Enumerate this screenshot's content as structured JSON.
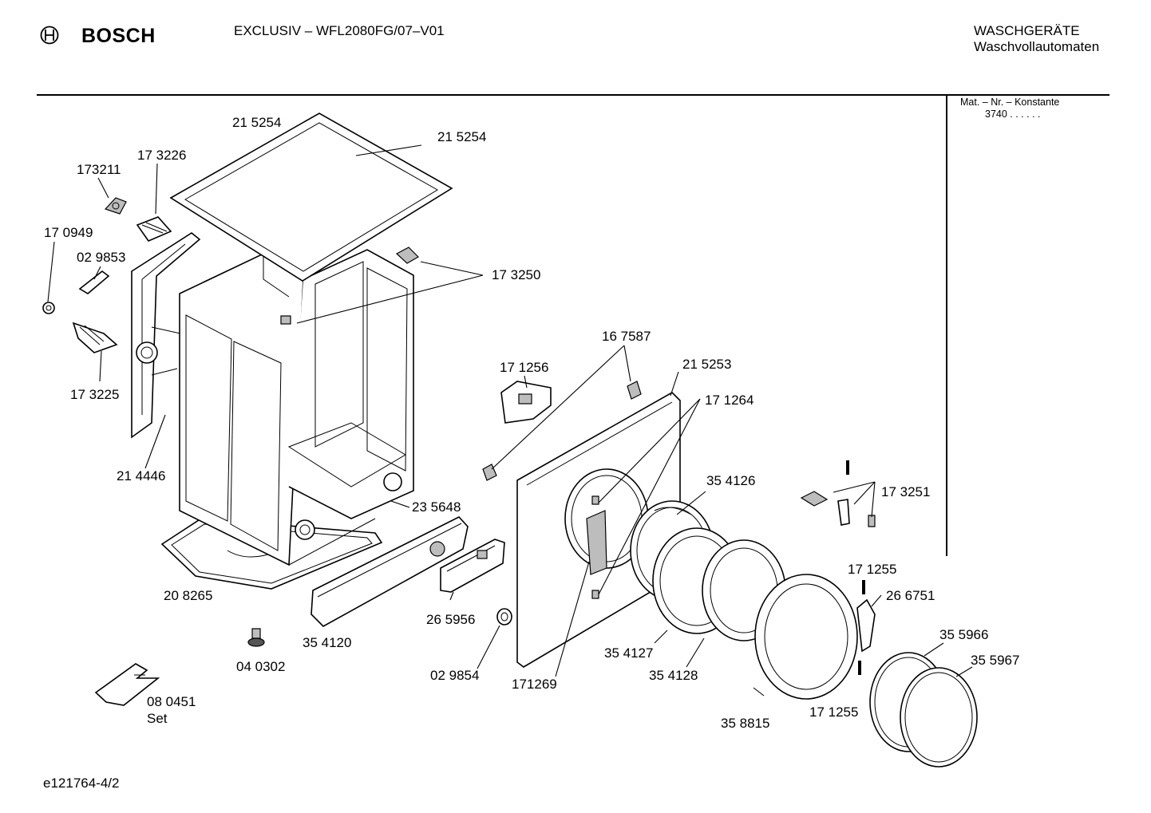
{
  "header": {
    "brand": "BOSCH",
    "model": "EXCLUSIV – WFL2080FG/07–V01",
    "category": "WASCHGERÄTE",
    "subcategory": "Waschvollautomaten"
  },
  "sidebar": {
    "constant_label": "Mat. – Nr. – Konstante",
    "constant_value": "3740 . . . . . ."
  },
  "footer": {
    "code": "e121764-4/2"
  },
  "parts": [
    {
      "id": "p-215254-a",
      "text": "21 5254"
    },
    {
      "id": "p-215254-b",
      "text": "21 5254"
    },
    {
      "id": "p-173211",
      "text": "173211"
    },
    {
      "id": "p-173226",
      "text": "17 3226"
    },
    {
      "id": "p-170949",
      "text": "17 0949"
    },
    {
      "id": "p-029853",
      "text": "02 9853"
    },
    {
      "id": "p-173250",
      "text": "17 3250"
    },
    {
      "id": "p-173225",
      "text": "17 3225"
    },
    {
      "id": "p-214446",
      "text": "21 4446"
    },
    {
      "id": "p-235648",
      "text": "23 5648"
    },
    {
      "id": "p-208265",
      "text": "20 8265"
    },
    {
      "id": "p-354120",
      "text": "35 4120"
    },
    {
      "id": "p-040302",
      "text": "04 0302"
    },
    {
      "id": "p-080451",
      "text": "08 0451"
    },
    {
      "id": "p-set",
      "text": "Set"
    },
    {
      "id": "p-265956",
      "text": "26 5956"
    },
    {
      "id": "p-029854",
      "text": "02 9854"
    },
    {
      "id": "p-171269",
      "text": "171269"
    },
    {
      "id": "p-167587",
      "text": "16 7587"
    },
    {
      "id": "p-171256",
      "text": "17 1256"
    },
    {
      "id": "p-215253",
      "text": "21 5253"
    },
    {
      "id": "p-171264",
      "text": "17 1264"
    },
    {
      "id": "p-354126",
      "text": "35 4126"
    },
    {
      "id": "p-354127",
      "text": "35 4127"
    },
    {
      "id": "p-354128",
      "text": "35 4128"
    },
    {
      "id": "p-173251",
      "text": "17 3251"
    },
    {
      "id": "p-171255-a",
      "text": "17 1255"
    },
    {
      "id": "p-266751",
      "text": "26 6751"
    },
    {
      "id": "p-171255-b",
      "text": "17 1255"
    },
    {
      "id": "p-355966",
      "text": "35 5966"
    },
    {
      "id": "p-355967",
      "text": "35 5967"
    },
    {
      "id": "p-358815",
      "text": "35 8815"
    }
  ]
}
